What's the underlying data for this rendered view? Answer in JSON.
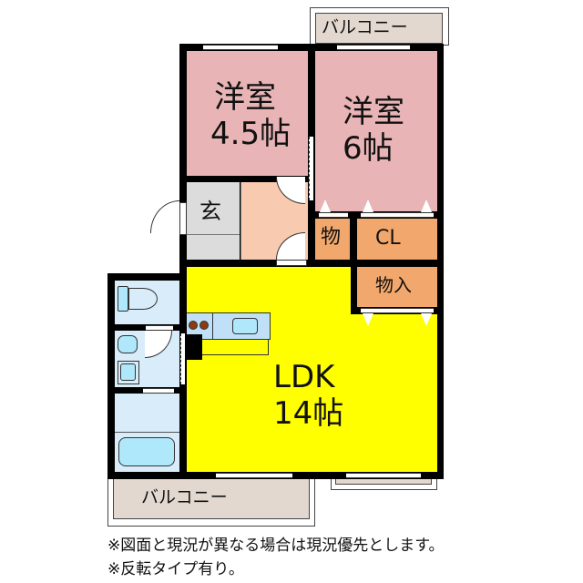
{
  "floorplan": {
    "rooms": {
      "western_room_small": {
        "name": "洋室",
        "size": "4.5帖",
        "color": "#e8b4b6"
      },
      "western_room_large": {
        "name": "洋室",
        "size": "6帖",
        "color": "#e8b4b6"
      },
      "entrance": {
        "name": "玄",
        "color": "#dcdcdc"
      },
      "storage_small": {
        "name": "物",
        "color": "#f2a86c"
      },
      "closet": {
        "name": "CL",
        "color": "#f2a86c"
      },
      "storage_closet": {
        "name": "物入",
        "color": "#f2a86c"
      },
      "ldk": {
        "name": "LDK",
        "size": "14帖",
        "color": "#ffff00"
      }
    },
    "balconies": {
      "top": {
        "label": "バルコニー"
      },
      "bottom": {
        "label": "バルコニー"
      }
    }
  },
  "notes": {
    "line1": "※図面と現況が異なる場合は現況優先とします。",
    "line2": "※反転タイプ有り。"
  }
}
